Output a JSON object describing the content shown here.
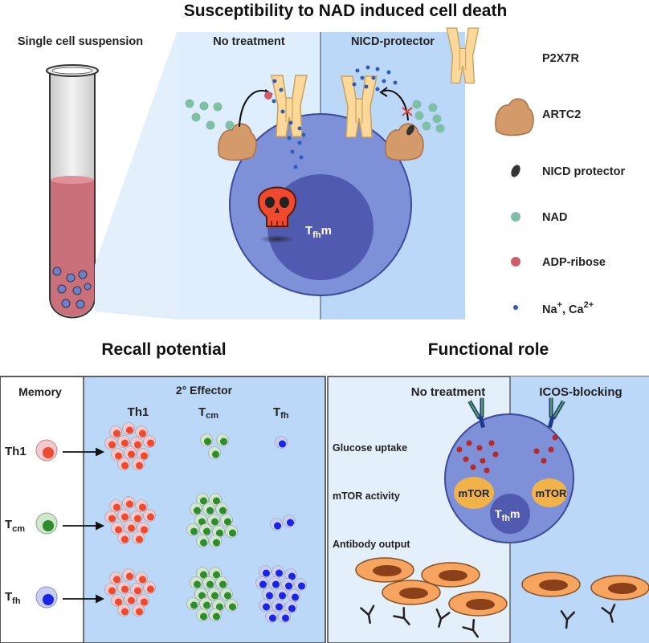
{
  "top": {
    "title": "Susceptibility to NAD induced cell death",
    "suspension_label": "Single cell suspension",
    "panel_left_label": "No treatment",
    "panel_right_label": "NICD-protector",
    "cell_label_main": "T",
    "cell_label_sub": "fh",
    "cell_label_suffix": "m"
  },
  "legend": {
    "items": [
      {
        "label": "P2X7R",
        "icon": "p2x7r-receptor-icon"
      },
      {
        "label": "ARTC2",
        "icon": "artc2-enzyme-icon"
      },
      {
        "label": "NICD protector",
        "icon": "nicd-protector-icon"
      },
      {
        "label": "NAD",
        "icon": "nad-dot-icon"
      },
      {
        "label": "ADP-ribose",
        "icon": "adp-ribose-dot-icon"
      }
    ],
    "ion_label_na": "Na",
    "ion_sup_plus": "+",
    "ion_label_ca": ", Ca",
    "ion_sup_2plus": "2+"
  },
  "bottom_left": {
    "heading": "Recall potential",
    "memory_header": "Memory",
    "effector_header": "2° Effector",
    "col_th1": "Th1",
    "col_tcm_main": "T",
    "col_tcm_sub": "cm",
    "col_tfh_main": "T",
    "col_tfh_sub": "fh",
    "row_th1": "Th1",
    "row_tcm_main": "T",
    "row_tcm_sub": "cm",
    "row_tfh_main": "T",
    "row_tfh_sub": "fh"
  },
  "bottom_right": {
    "heading": "Functional role",
    "panel_left_label": "No treatment",
    "panel_right_label": "ICOS-blocking",
    "row_glucose": "Glucose uptake",
    "row_mtor": "mTOR activity",
    "row_antibody": "Antibody output",
    "mtor_label": "mTOR",
    "cell_label_main": "T",
    "cell_label_sub": "fh",
    "cell_label_suffix": "m"
  },
  "colors": {
    "red_cell": "#f04a2e",
    "green_cell": "#2e8b2e",
    "blue_cell": "#1a23e6",
    "nad": "#7fbfa8",
    "adp_ribose": "#d15c6a",
    "ion": "#2e5cb8",
    "panel_light": "#dfeefc",
    "panel_blue": "#bcd8f8"
  }
}
